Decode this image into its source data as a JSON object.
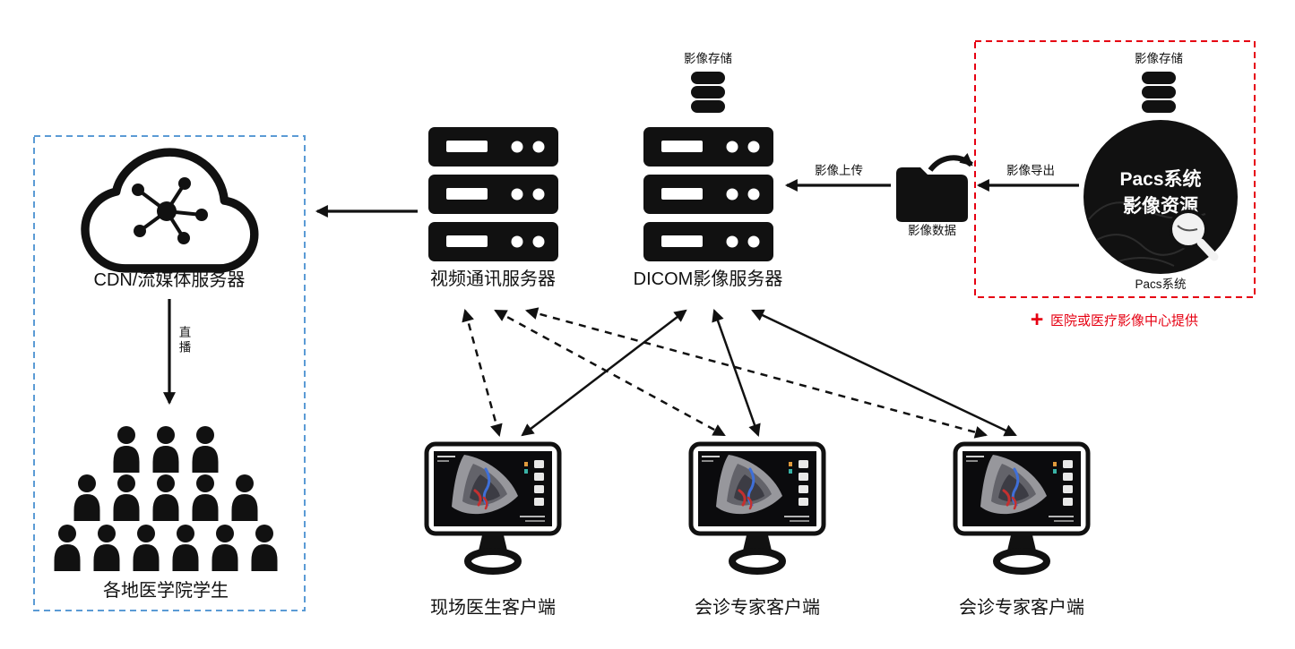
{
  "colors": {
    "accent_red": "#e60012",
    "accent_blue": "#5b9bd5"
  },
  "provider_box": {
    "storage_label": "影像存储",
    "pacs_circle_line1": "Pacs系统",
    "pacs_circle_line2": "影像资源",
    "pacs_caption": "Pacs系统",
    "note_plus": "+",
    "note_text": "医院或医疗影像中心提供"
  },
  "dicom_server": {
    "storage_label": "影像存储",
    "label": "DICOM影像服务器"
  },
  "video_server": {
    "label": "视频通讯服务器"
  },
  "transfer": {
    "folder_label": "影像数据",
    "export_label": "影像导出",
    "upload_label": "影像上传"
  },
  "cdn": {
    "label": "CDN/流媒体服务器",
    "live_label": "直播",
    "audience_label": "各地医学院学生"
  },
  "clients": [
    {
      "label": "现场医生客户端"
    },
    {
      "label": "会诊专家客户端"
    },
    {
      "label": "会诊专家客户端"
    }
  ]
}
